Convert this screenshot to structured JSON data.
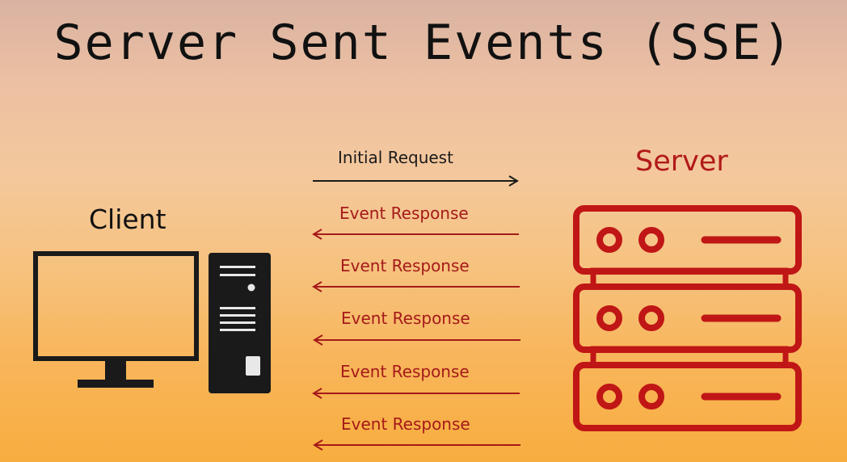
{
  "title": "Server Sent Events (SSE)",
  "client": {
    "label": "Client"
  },
  "server": {
    "label": "Server"
  },
  "messages": [
    {
      "text": "Initial Request",
      "direction": "client-to-server"
    },
    {
      "text": "Event Response",
      "direction": "server-to-client"
    },
    {
      "text": "Event Response",
      "direction": "server-to-client"
    },
    {
      "text": "Event Response",
      "direction": "server-to-client"
    },
    {
      "text": "Event Response",
      "direction": "server-to-client"
    },
    {
      "text": "Event Response",
      "direction": "server-to-client"
    }
  ],
  "icons": {
    "client": [
      "monitor-icon",
      "pc-tower-icon"
    ],
    "server": "server-rack-icon"
  },
  "colors": {
    "request": "#1a1a1a",
    "response": "#a51a1a",
    "server": "#c01616",
    "client": "#111111"
  }
}
